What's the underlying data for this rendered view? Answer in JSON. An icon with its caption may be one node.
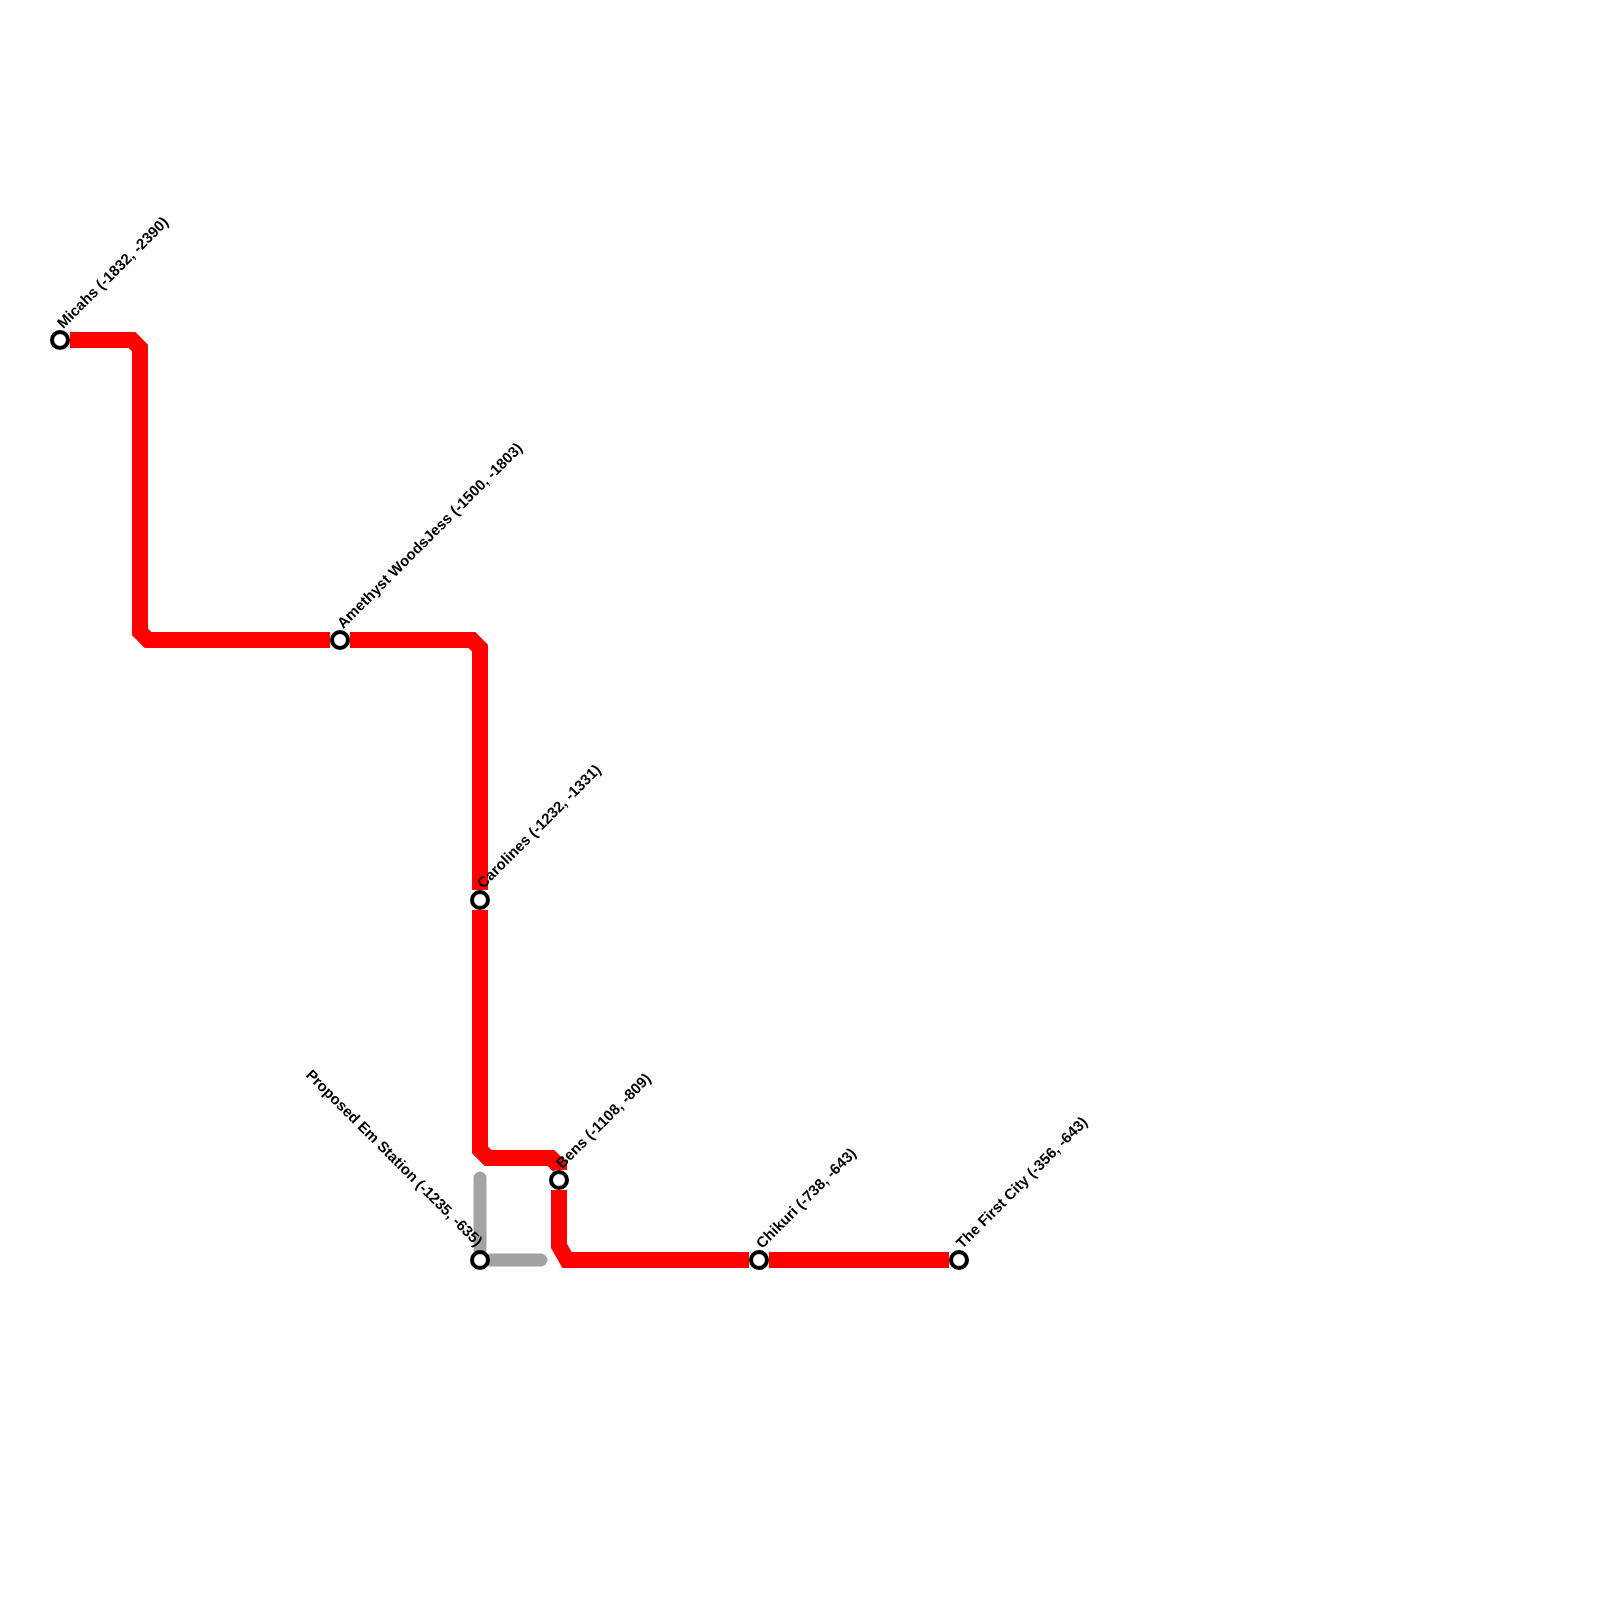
{
  "diagram": {
    "nodes": [
      {
        "text": [],
        "shape": "circle",
        "beside": [
          "Micahs (-1832, -2390)"
        ]
      },
      {
        "text": [],
        "shape": "circle",
        "beside": [
          "Amethyst WoodsJess (-1500, -1803)"
        ]
      },
      {
        "text": [],
        "shape": "circle",
        "beside": [
          "Carolines (-1232, -1331)"
        ]
      },
      {
        "text": [],
        "shape": "circle",
        "beside": [
          "Bens (-1108, -809)"
        ]
      },
      {
        "text": [],
        "shape": "circle",
        "beside": [
          "Chikuri (-738, -643)"
        ]
      },
      {
        "text": [],
        "shape": "circle",
        "beside": [
          "The First City (-356, -643)"
        ]
      },
      {
        "text": [],
        "shape": "circle",
        "beside": [
          "Proposed Em Station (-1235, -635)"
        ]
      }
    ],
    "edges": [
      {
        "from": 0,
        "to": 1,
        "arrow": "none"
      },
      {
        "from": 1,
        "to": 2,
        "arrow": "none"
      },
      {
        "from": 2,
        "to": 3,
        "arrow": "none"
      },
      {
        "from": 3,
        "to": 4,
        "arrow": "none"
      },
      {
        "from": 4,
        "to": 5,
        "arrow": "none"
      },
      {
        "from": 6,
        "to": null,
        "arrow": "none",
        "color": "#a3a3a3"
      },
      {
        "from": 6,
        "to": null,
        "arrow": "none",
        "color": "#a3a3a3"
      }
    ]
  }
}
